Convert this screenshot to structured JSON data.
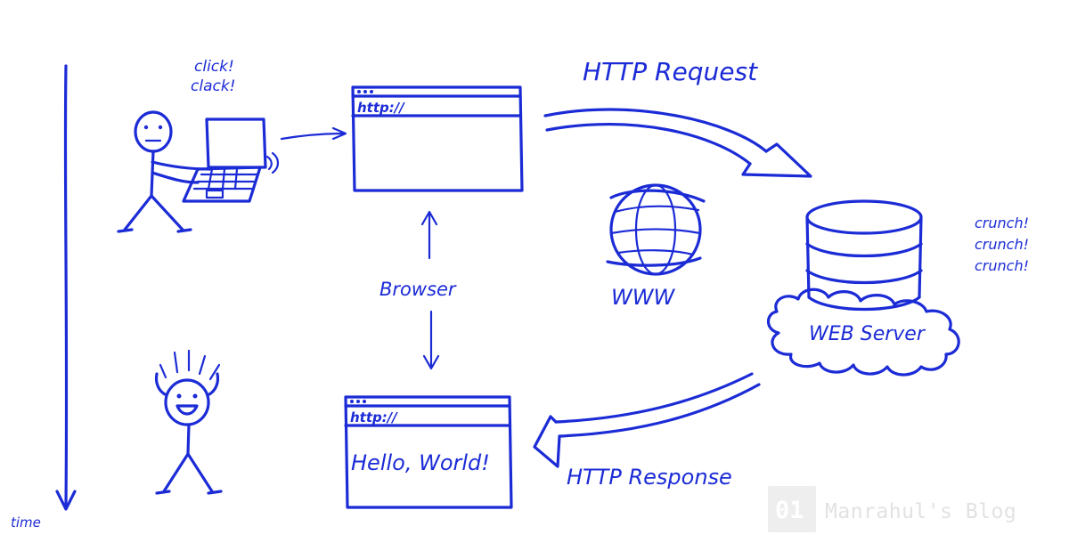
{
  "labels": {
    "time": "time",
    "click": "click!",
    "clack": "clack!",
    "top_url": "http://",
    "bottom_url": "http://",
    "hello": "Hello, World!",
    "browser": "Browser",
    "http_request": "HTTP Request",
    "http_response": "HTTP Response",
    "www": "WWW",
    "web_server": "WEB Server",
    "crunch": [
      "crunch!",
      "crunch!",
      "crunch!"
    ]
  },
  "watermark": {
    "badge": "01",
    "text": "Manrahul's Blog"
  },
  "colors": {
    "ink": "#1b2bd6",
    "watermark": "#e2e2e2",
    "background": "#ffffff"
  },
  "icons": [
    "user-stick-figure",
    "laptop-icon",
    "browser-window",
    "globe-icon",
    "database-icon",
    "cloud-shape",
    "happy-stick-figure"
  ]
}
